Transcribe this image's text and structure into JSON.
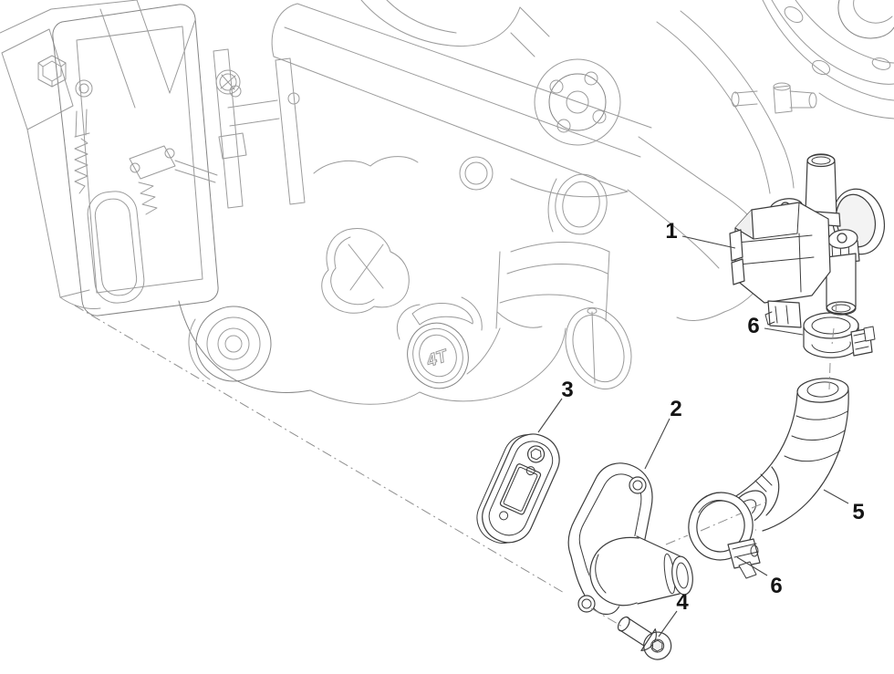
{
  "diagram": {
    "kind": "exploded-parts-diagram",
    "engine_marking": "4T",
    "callouts": [
      {
        "ref": "1"
      },
      {
        "ref": "2"
      },
      {
        "ref": "3"
      },
      {
        "ref": "4"
      },
      {
        "ref": "5"
      },
      {
        "ref": "6"
      },
      {
        "ref": "6"
      }
    ]
  }
}
